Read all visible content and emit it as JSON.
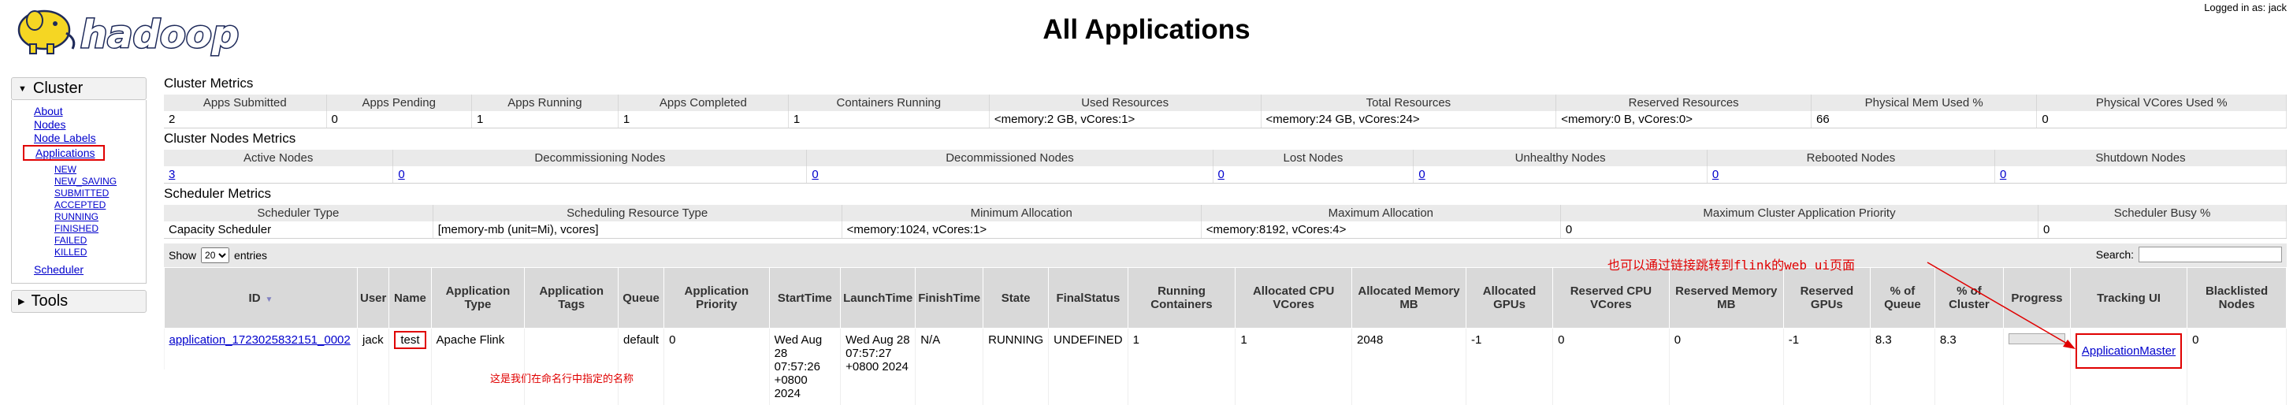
{
  "header": {
    "title": "All Applications",
    "login_text": "Logged in as: jack",
    "logo_text": "hadoop"
  },
  "nav": {
    "cluster_label": "Cluster",
    "about": "About",
    "nodes": "Nodes",
    "node_labels": "Node Labels",
    "applications": "Applications",
    "states": [
      "NEW",
      "NEW_SAVING",
      "SUBMITTED",
      "ACCEPTED",
      "RUNNING",
      "FINISHED",
      "FAILED",
      "KILLED"
    ],
    "scheduler": "Scheduler",
    "tools_label": "Tools"
  },
  "cluster_metrics": {
    "title": "Cluster Metrics",
    "headers": [
      "Apps Submitted",
      "Apps Pending",
      "Apps Running",
      "Apps Completed",
      "Containers Running",
      "Used Resources",
      "Total Resources",
      "Reserved Resources",
      "Physical Mem Used %",
      "Physical VCores Used %"
    ],
    "values": [
      "2",
      "0",
      "1",
      "1",
      "1",
      "<memory:2 GB, vCores:1>",
      "<memory:24 GB, vCores:24>",
      "<memory:0 B, vCores:0>",
      "66",
      "0"
    ]
  },
  "node_metrics": {
    "title": "Cluster Nodes Metrics",
    "headers": [
      "Active Nodes",
      "Decommissioning Nodes",
      "Decommissioned Nodes",
      "Lost Nodes",
      "Unhealthy Nodes",
      "Rebooted Nodes",
      "Shutdown Nodes"
    ],
    "values": [
      "3",
      "0",
      "0",
      "0",
      "0",
      "0",
      "0"
    ]
  },
  "scheduler_metrics": {
    "title": "Scheduler Metrics",
    "headers": [
      "Scheduler Type",
      "Scheduling Resource Type",
      "Minimum Allocation",
      "Maximum Allocation",
      "Maximum Cluster Application Priority",
      "Scheduler Busy %"
    ],
    "values": [
      "Capacity Scheduler",
      "[memory-mb (unit=Mi), vcores]",
      "<memory:1024, vCores:1>",
      "<memory:8192, vCores:4>",
      "0",
      "0"
    ]
  },
  "apps_table": {
    "show_label": "Show",
    "show_value": "20",
    "entries_label": "entries",
    "search_label": "Search:",
    "headers": [
      "ID",
      "User",
      "Name",
      "Application Type",
      "Application Tags",
      "Queue",
      "Application Priority",
      "StartTime",
      "LaunchTime",
      "FinishTime",
      "State",
      "FinalStatus",
      "Running Containers",
      "Allocated CPU VCores",
      "Allocated Memory MB",
      "Allocated GPUs",
      "Reserved CPU VCores",
      "Reserved Memory MB",
      "Reserved GPUs",
      "% of Queue",
      "% of Cluster",
      "Progress",
      "Tracking UI",
      "Blacklisted Nodes"
    ],
    "row": {
      "id": "application_1723025832151_0002",
      "user": "jack",
      "name": "test",
      "type": "Apache Flink",
      "tags": "",
      "queue": "default",
      "priority": "0",
      "start_date": "Wed Aug 28",
      "start_time": "07:57:26",
      "start_tz": "+0800 2024",
      "launch_date": "Wed Aug 28",
      "launch_time": "07:57:27",
      "launch_tz": "+0800 2024",
      "finish": "N/A",
      "state": "RUNNING",
      "final_status": "UNDEFINED",
      "running_containers": "1",
      "alloc_vcores": "1",
      "alloc_mem": "2048",
      "alloc_gpus": "-1",
      "res_vcores": "0",
      "res_mem": "0",
      "res_gpus": "-1",
      "pct_queue": "8.3",
      "pct_cluster": "8.3",
      "tracking": "ApplicationMaster",
      "blacklisted": "0"
    }
  },
  "annotations": {
    "top": "也可以通过链接跳转到flink的web ui页面",
    "bottom": "这是我们在命名行中指定的名称"
  },
  "colors": {
    "annotation": "#e00000",
    "link": "#0000cc",
    "logo_yellow": "#f5d623",
    "logo_text": "#1e2a5a"
  }
}
